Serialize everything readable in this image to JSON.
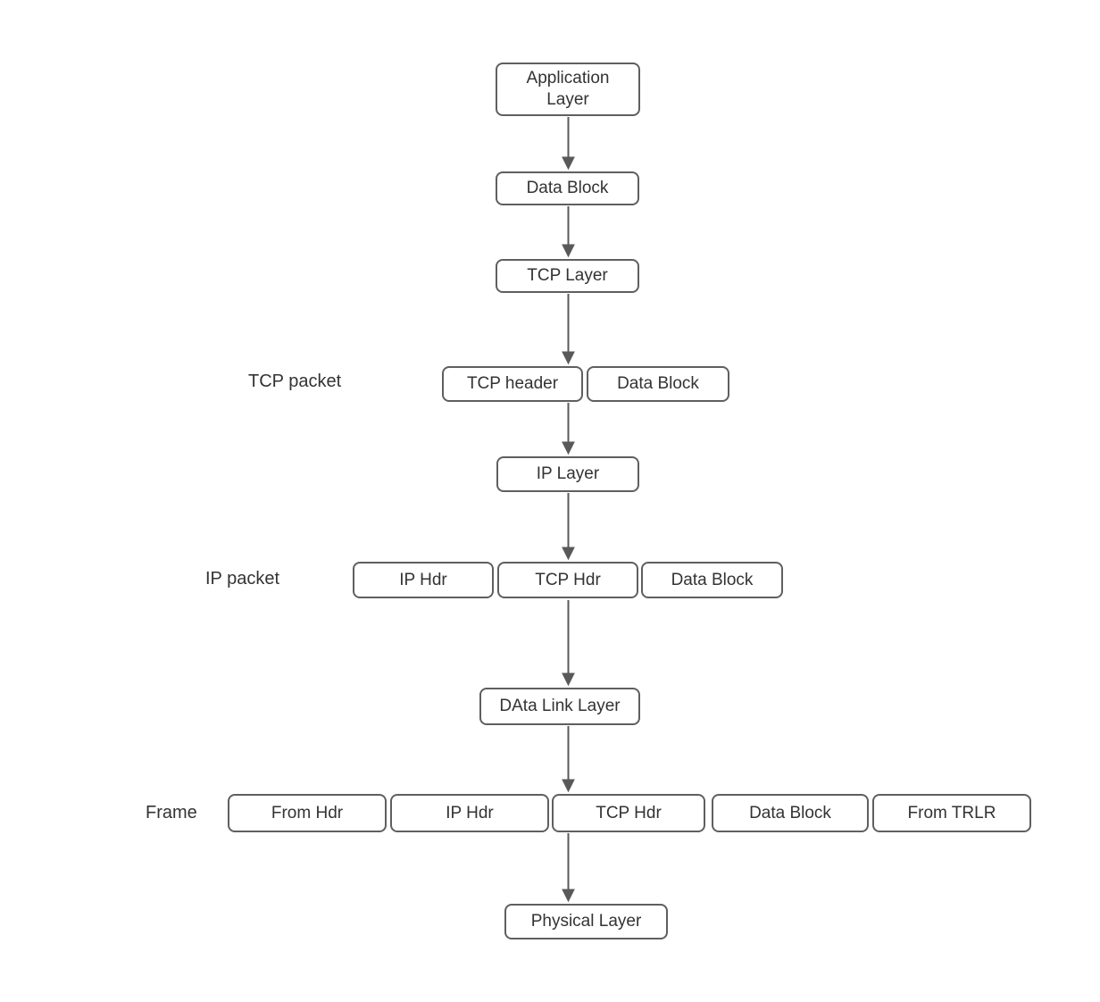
{
  "diagram": {
    "description": "TCP/IP encapsulation flow diagram",
    "colors": {
      "background": "#ffffff",
      "node_border": "#5f5f5f",
      "node_fill": "#ffffff",
      "text": "#333333",
      "arrow": "#595959"
    },
    "nodes": [
      {
        "id": "application-layer",
        "label": "Application\nLayer"
      },
      {
        "id": "data-block-top",
        "label": "Data Block"
      },
      {
        "id": "tcp-layer",
        "label": "TCP Layer"
      },
      {
        "id": "tcp-header",
        "label": "TCP header"
      },
      {
        "id": "data-block-tcp",
        "label": "Data Block"
      },
      {
        "id": "ip-layer",
        "label": "IP Layer"
      },
      {
        "id": "ip-hdr",
        "label": "IP Hdr"
      },
      {
        "id": "tcp-hdr",
        "label": "TCP Hdr"
      },
      {
        "id": "data-block-ip",
        "label": "Data Block"
      },
      {
        "id": "data-link-layer",
        "label": "DAta Link Layer"
      },
      {
        "id": "from-hdr",
        "label": "From Hdr"
      },
      {
        "id": "frame-ip-hdr",
        "label": "IP Hdr"
      },
      {
        "id": "frame-tcp-hdr",
        "label": "TCP Hdr"
      },
      {
        "id": "frame-data-block",
        "label": "Data Block"
      },
      {
        "id": "from-trlr",
        "label": "From TRLR"
      },
      {
        "id": "physical-layer",
        "label": "Physical Layer"
      }
    ],
    "row_labels": [
      {
        "id": "tcp-packet",
        "text": "TCP packet"
      },
      {
        "id": "ip-packet",
        "text": "IP packet"
      },
      {
        "id": "frame",
        "text": "Frame"
      }
    ]
  }
}
